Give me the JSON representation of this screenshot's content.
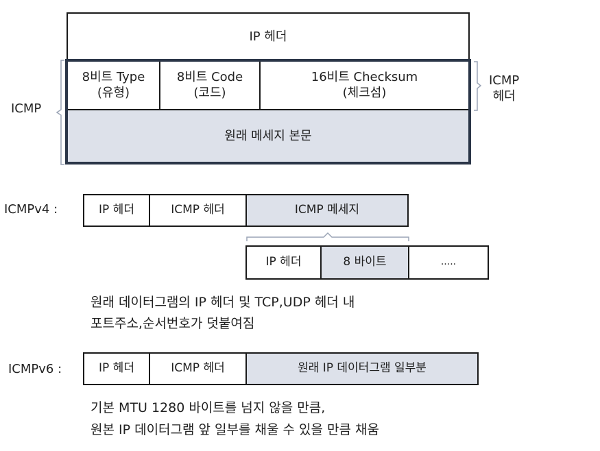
{
  "top_diagram": {
    "ip_header": "IP 헤더",
    "type_line1": "8비트 Type",
    "type_line2": "(유형)",
    "code_line1": "8비트 Code",
    "code_line2": "(코드)",
    "checksum_line1": "16비트 Checksum",
    "checksum_line2": "(체크섬)",
    "original_body": "원래 메세지 본문",
    "icmp_label": "ICMP",
    "icmp_header_label_line1": "ICMP",
    "icmp_header_label_line2": "헤더"
  },
  "icmpv4": {
    "label": "ICMPv4 :",
    "cells": [
      "IP 헤더",
      "ICMP 헤더",
      "ICMP 메세지"
    ],
    "sub_cells": [
      "IP 헤더",
      "8 바이트",
      "....."
    ],
    "note_line1": "원래 데이터그램의 IP 헤더 및 TCP,UDP 헤더 내",
    "note_line2": "포트주소,순서번호가 덧붙여짐"
  },
  "icmpv6": {
    "label": "ICMPv6 :",
    "cells": [
      "IP 헤더",
      "ICMP 헤더",
      "원래 IP 데이터그램 일부분"
    ],
    "note_line1": "기본 MTU 1280 바이트를 넘지 않을 만큼,",
    "note_line2": "원본 IP 데이터그램 앞 일부를 채울 수 있을 만큼 채움"
  }
}
